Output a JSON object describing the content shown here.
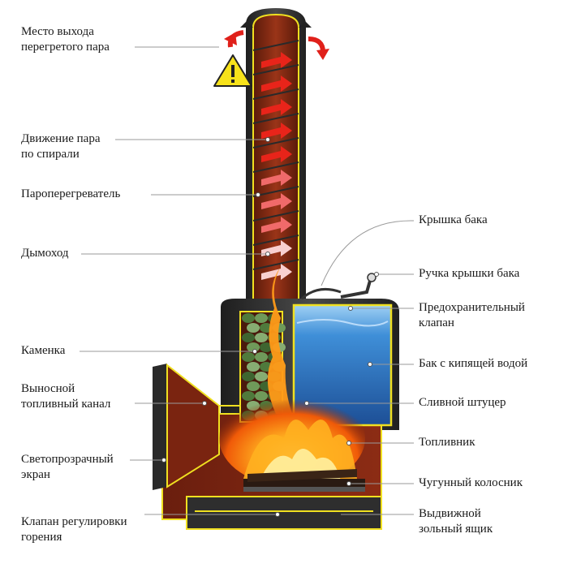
{
  "labels_left": [
    {
      "id": "superheated-steam-outlet",
      "lines": [
        "Место выхода",
        "перегретого пара"
      ]
    },
    {
      "id": "spiral-steam-movement",
      "lines": [
        "Движение пара",
        "по спирали"
      ]
    },
    {
      "id": "steam-superheater",
      "lines": [
        "Пароперегреватель"
      ]
    },
    {
      "id": "chimney",
      "lines": [
        "Дымоход"
      ]
    },
    {
      "id": "stone-heater",
      "lines": [
        "Каменка"
      ]
    },
    {
      "id": "remote-fuel-channel",
      "lines": [
        "Выносной",
        "топливный канал"
      ]
    },
    {
      "id": "transparent-screen",
      "lines": [
        "Светопрозрачный",
        "экран"
      ]
    },
    {
      "id": "combustion-valve",
      "lines": [
        "Клапан регулировки",
        "горения"
      ]
    }
  ],
  "labels_right": [
    {
      "id": "tank-lid",
      "lines": [
        "Крышка бака"
      ]
    },
    {
      "id": "tank-lid-handle",
      "lines": [
        "Ручка крышки бака"
      ]
    },
    {
      "id": "safety-valve",
      "lines": [
        "Предохранительный",
        "клапан"
      ]
    },
    {
      "id": "boiling-water-tank",
      "lines": [
        "Бак с кипящей водой"
      ]
    },
    {
      "id": "drain-fitting",
      "lines": [
        "Сливной штуцер"
      ]
    },
    {
      "id": "firebox",
      "lines": [
        "Топливник"
      ]
    },
    {
      "id": "cast-iron-grate",
      "lines": [
        "Чугунный колосник"
      ]
    },
    {
      "id": "ash-drawer",
      "lines": [
        "Выдвижной",
        "зольный ящик"
      ]
    }
  ],
  "warning_icon": "warning-triangle-icon",
  "colors": {
    "outline": "#f0e020",
    "steel": "#3a3a3a",
    "interior": "#8a2a14",
    "water": "#2f7fd0",
    "stones": "#5f8a4a",
    "flame": "#ff7a10",
    "arrow": "#e0201a",
    "warning": "#f7e21a"
  }
}
